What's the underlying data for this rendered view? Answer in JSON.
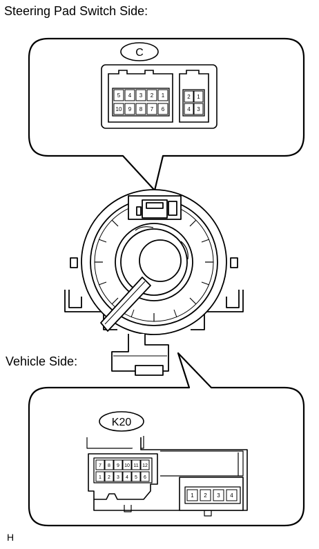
{
  "labels": {
    "top_title": "Steering Pad Switch Side:",
    "vehicle_side": "Vehicle Side:",
    "footer_code": "H"
  },
  "connector_c": {
    "code": "C",
    "main_block": {
      "row1": [
        "5",
        "4",
        "3",
        "2",
        "1"
      ],
      "row2": [
        "10",
        "9",
        "8",
        "7",
        "6"
      ]
    },
    "small_block": {
      "row1": [
        "2",
        "1"
      ],
      "row2": [
        "4",
        "3"
      ]
    }
  },
  "connector_k20": {
    "code": "K20",
    "main_block": {
      "row1": [
        "7",
        "8",
        "9",
        "10",
        "11",
        "12"
      ],
      "row2": [
        "1",
        "2",
        "3",
        "4",
        "5",
        "6"
      ]
    },
    "small_block": {
      "row1": [
        "1",
        "2",
        "3",
        "4"
      ]
    }
  }
}
